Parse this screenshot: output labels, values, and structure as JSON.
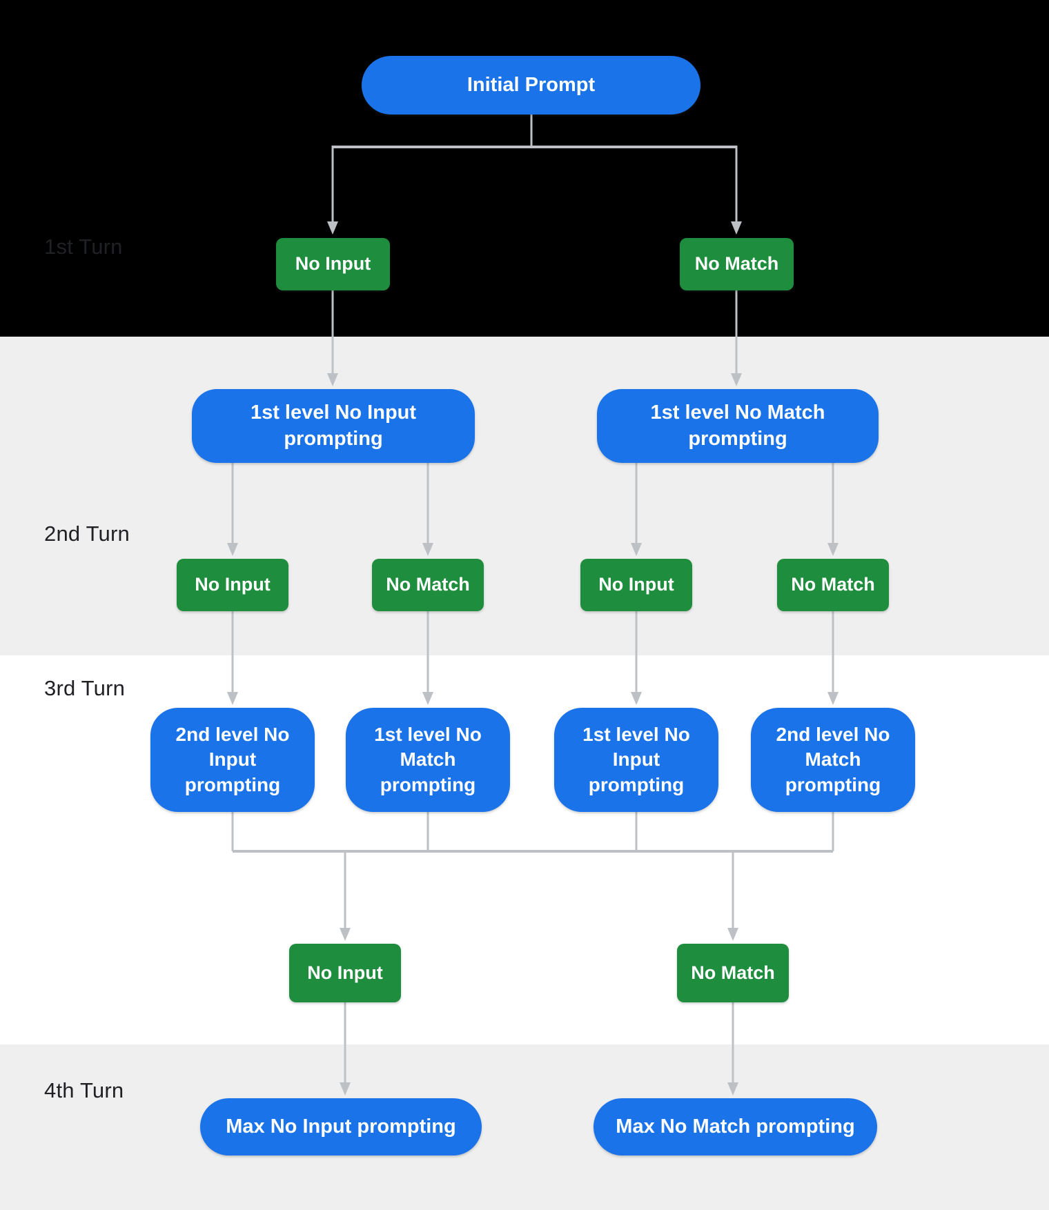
{
  "diagram": {
    "turns": [
      {
        "label": "1st Turn"
      },
      {
        "label": "2nd Turn"
      },
      {
        "label": "3rd Turn"
      },
      {
        "label": "4th Turn"
      }
    ],
    "root": {
      "label": "Initial Prompt"
    },
    "turn1_events": [
      {
        "label": "No Input"
      },
      {
        "label": "No Match"
      }
    ],
    "turn2_prompts": [
      {
        "label": "1st level No Input prompting"
      },
      {
        "label": "1st level No Match prompting"
      }
    ],
    "turn2_events": [
      {
        "label": "No Input"
      },
      {
        "label": "No Match"
      },
      {
        "label": "No Input"
      },
      {
        "label": "No Match"
      }
    ],
    "turn3_prompts": [
      {
        "label": "2nd level No Input prompting"
      },
      {
        "label": "1st level No Match prompting"
      },
      {
        "label": "1st level No Input prompting"
      },
      {
        "label": "2nd level No Match prompting"
      }
    ],
    "turn3_events": [
      {
        "label": "No Input"
      },
      {
        "label": "No Match"
      }
    ],
    "turn4_prompts": [
      {
        "label": "Max No Input prompting"
      },
      {
        "label": "Max No Match prompting"
      }
    ],
    "colors": {
      "prompt_blue": "#1a73e8",
      "event_green": "#1e8e3e",
      "connector_gray": "#bdc1c6",
      "band_black": "#000000",
      "band_gray": "#efefef",
      "band_white": "#ffffff",
      "turn_label_color": "#202124"
    }
  }
}
